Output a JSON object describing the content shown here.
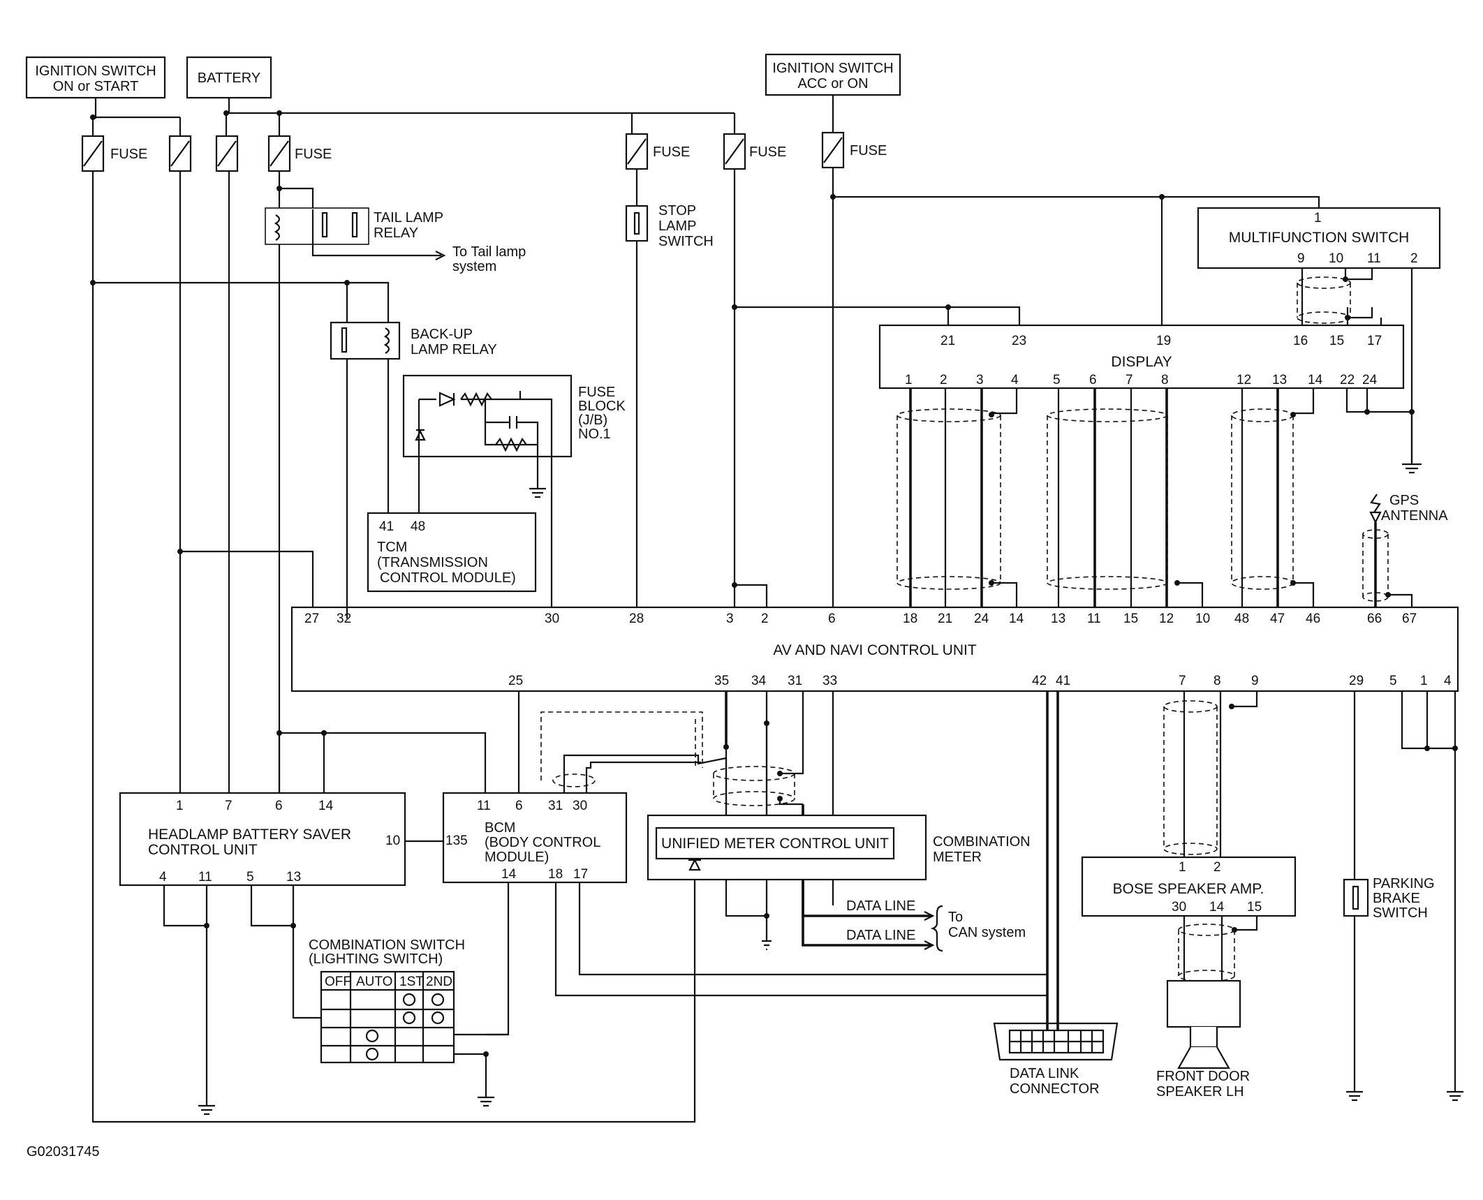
{
  "diagram": {
    "id_code": "G02031745",
    "power": {
      "ign_on_start": "IGNITION SWITCH ON or START",
      "ign_on_start_l1": "IGNITION SWITCH",
      "ign_on_start_l2": "ON or START",
      "battery": "BATTERY",
      "ign_acc_on_l1": "IGNITION SWITCH",
      "ign_acc_on_l2": "ACC or ON",
      "fuse": "FUSE"
    },
    "components": {
      "tail_relay_l1": "TAIL LAMP",
      "tail_relay_l2": "RELAY",
      "tail_to_l1": "To Tail lamp",
      "tail_to_l2": "system",
      "backup_l1": "BACK-UP",
      "backup_l2": "LAMP RELAY",
      "fuseblock_l1": "FUSE",
      "fuseblock_l2": "BLOCK",
      "fuseblock_l3": "(J/B)",
      "fuseblock_l4": "NO.1",
      "stop_l1": "STOP",
      "stop_l2": "LAMP",
      "stop_l3": "SWITCH",
      "tcm_l1": "TCM",
      "tcm_l2": "(TRANSMISSION",
      "tcm_l3": "CONTROL MODULE)",
      "multifunction": "MULTIFUNCTION SWITCH",
      "display": "DISPLAY",
      "gps_l1": "GPS",
      "gps_l2": "ANTENNA",
      "avnavi": "AV AND NAVI CONTROL UNIT",
      "headlamp_l1": "HEADLAMP BATTERY SAVER",
      "headlamp_l2": "CONTROL UNIT",
      "bcm_l1": "BCM",
      "bcm_l2": "(BODY CONTROL",
      "bcm_l3": "MODULE)",
      "unified": "UNIFIED METER CONTROL UNIT",
      "combmeter_l1": "COMBINATION",
      "combmeter_l2": "METER",
      "dataline": "DATA LINE",
      "can_l1": "To",
      "can_l2": "CAN system",
      "combswitch_l1": "COMBINATION SWITCH",
      "combswitch_l2": "(LIGHTING SWITCH)",
      "bose": "BOSE SPEAKER AMP.",
      "parking_l1": "PARKING",
      "parking_l2": "BRAKE",
      "parking_l3": "SWITCH",
      "dlc_l1": "DATA LINK",
      "dlc_l2": "CONNECTOR",
      "speaker_l1": "FRONT DOOR",
      "speaker_l2": "SPEAKER LH"
    },
    "switch_table": [
      "OFF",
      "AUTO",
      "1ST",
      "2ND"
    ],
    "pins": {
      "multifunction_top": [
        "1"
      ],
      "multifunction_bottom": [
        "9",
        "10",
        "11",
        "2"
      ],
      "display_top": [
        "21",
        "23",
        "19",
        "16",
        "15",
        "17"
      ],
      "display_bottom": [
        "1",
        "2",
        "3",
        "4",
        "5",
        "6",
        "7",
        "8",
        "12",
        "13",
        "14",
        "22",
        "24"
      ],
      "tcm": [
        "41",
        "48"
      ],
      "avnavi_top": [
        "27",
        "32",
        "30",
        "28",
        "3",
        "2",
        "6",
        "18",
        "21",
        "24",
        "14",
        "13",
        "11",
        "15",
        "12",
        "10",
        "48",
        "47",
        "46",
        "66",
        "67"
      ],
      "avnavi_bottom": [
        "25",
        "35",
        "34",
        "31",
        "33",
        "42",
        "41",
        "7",
        "8",
        "9",
        "29",
        "5",
        "1",
        "4"
      ],
      "headlamp_top": [
        "1",
        "7",
        "6",
        "14"
      ],
      "headlamp_right": [
        "10"
      ],
      "headlamp_bottom": [
        "4",
        "11",
        "5",
        "13"
      ],
      "bcm_top": [
        "11",
        "6",
        "31",
        "30"
      ],
      "bcm_left": [
        "135"
      ],
      "bcm_bottom": [
        "14",
        "18",
        "17"
      ],
      "bose_top": [
        "1",
        "2"
      ],
      "bose_bottom": [
        "30",
        "14",
        "15"
      ]
    }
  }
}
